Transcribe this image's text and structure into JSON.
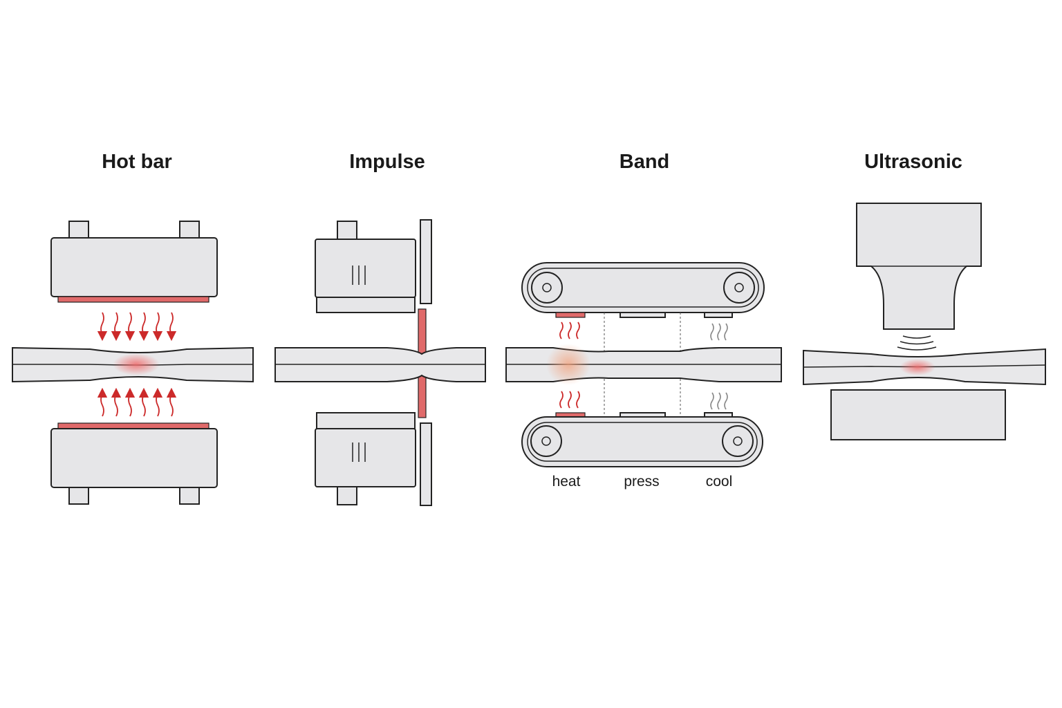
{
  "panels": [
    {
      "title": "Hot bar"
    },
    {
      "title": "Impulse"
    },
    {
      "title": "Band",
      "stages": [
        "heat",
        "press",
        "cool"
      ]
    },
    {
      "title": "Ultrasonic"
    }
  ],
  "colors": {
    "machine_fill": "#e6e6e8",
    "outline": "#222222",
    "heat": "#e06a6a",
    "arrow": "#cc2a2a",
    "film": "#e8e8ea"
  }
}
